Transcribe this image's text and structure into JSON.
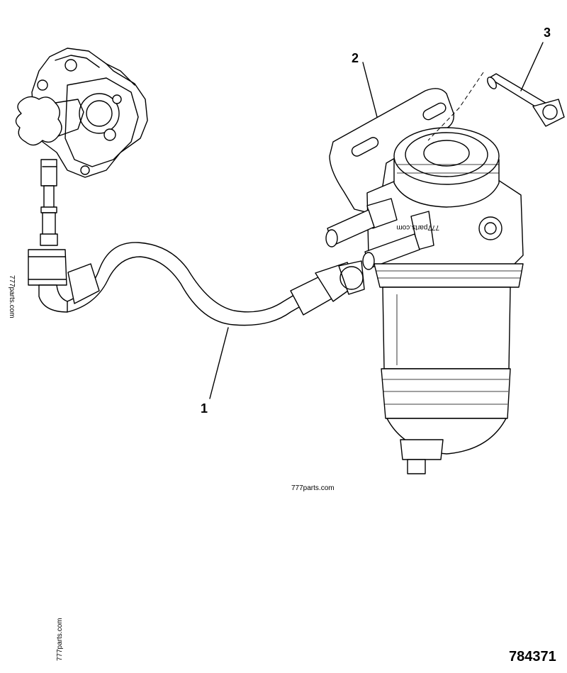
{
  "diagram": {
    "callouts": [
      {
        "id": "1",
        "label": "1"
      },
      {
        "id": "2",
        "label": "2"
      },
      {
        "id": "3",
        "label": "3"
      }
    ],
    "part_number": "784371",
    "watermarks": {
      "left_vertical": "777parts.com",
      "bottom_center": "777parts.com",
      "bottom_left_vertical": "777parts.com",
      "filter_head_mirrored": "777parts.com"
    }
  }
}
